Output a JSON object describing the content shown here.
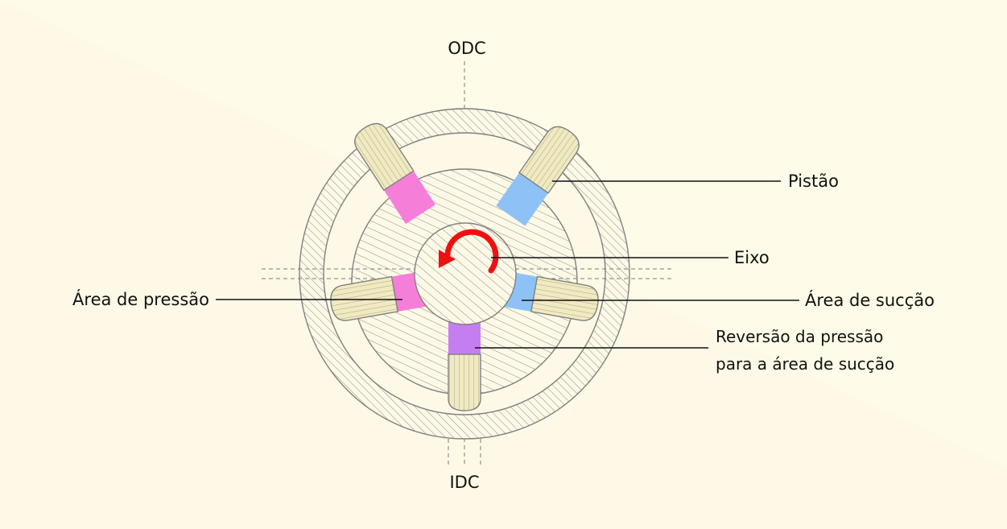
{
  "labels": {
    "odc": "ODC",
    "idc": "IDC",
    "pistao": "Pistão",
    "eixo": "Eixo",
    "area_pressao": "Área de pressão",
    "area_succao": "Área de sucção",
    "reversao_line1": "Reversão da pressão",
    "reversao_line2": "para a área de sucção"
  },
  "colors": {
    "background": "#fdf9e6",
    "background_band": "#fefce8",
    "pressure_area": "#f57fd8",
    "suction_area": "#8ec2f7",
    "reversal_area": "#c57ef0",
    "piston": "#f1eac0",
    "rotation_arrow": "#ee1111",
    "hatch": "#8a8a8a"
  },
  "icons": {
    "rotation": "curved-arrow-counterclockwise-icon"
  }
}
